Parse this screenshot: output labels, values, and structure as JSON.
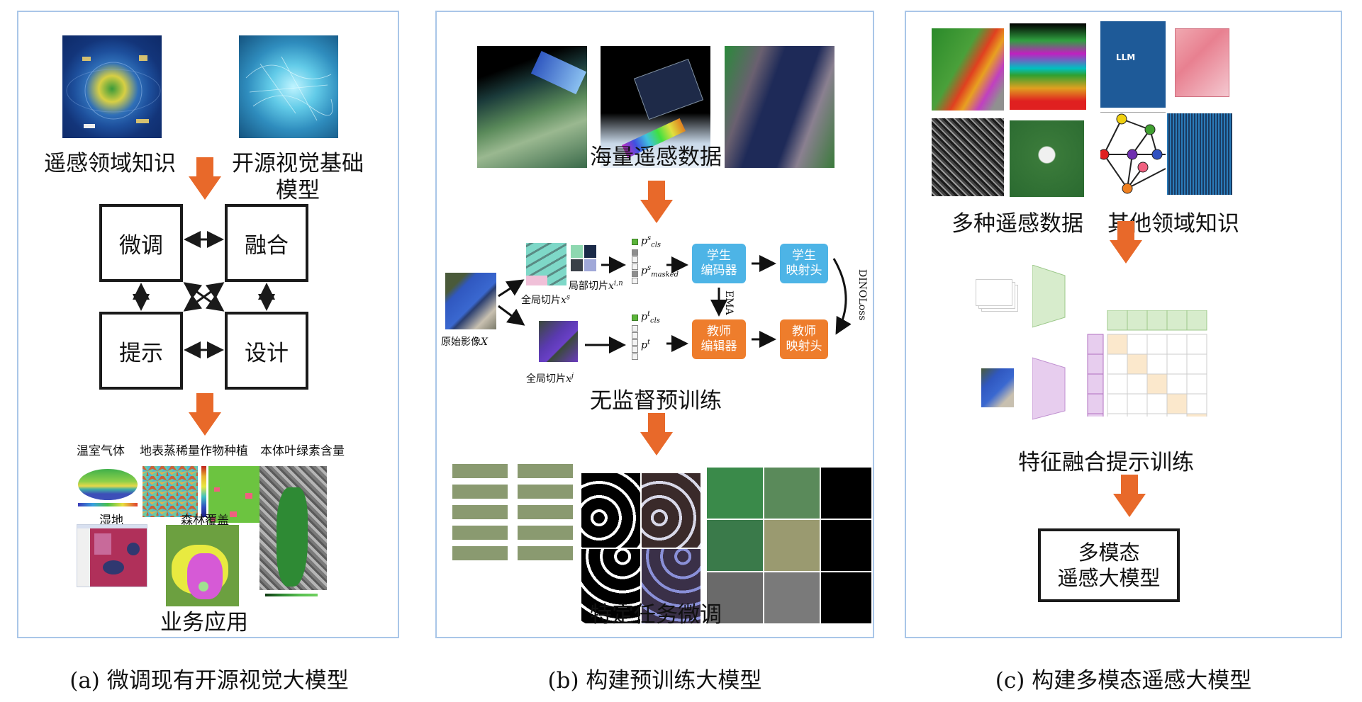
{
  "panels": {
    "a": {
      "caption": "(a) 微调现有开源视觉大模型",
      "input_left_label": "遥感领域知识",
      "input_right_label_line1": "开源视觉基础",
      "input_right_label_line2": "模型",
      "input_left_image": "earth-satellites-image",
      "input_right_image": "neural-network-brain-image",
      "method_boxes": [
        "微调",
        "融合",
        "提示",
        "设计"
      ],
      "application_labels": [
        "温室气体",
        "地表蒸稀量",
        "作物种植",
        "本体叶绿素含量",
        "湿地",
        "森林覆盖"
      ],
      "output_label": "业务应用"
    },
    "b": {
      "caption": "(b) 构建预训练大模型",
      "data_label": "海量遥感数据",
      "pretrain_label": "无监督预训练",
      "finetune_label": "特定任务微调",
      "original_image_label": "原始影像",
      "original_image_var": "X",
      "global_crop_s_label": "全局切片",
      "global_crop_s_var": "x",
      "global_crop_s_sup": "s",
      "local_crop_label": "局部切片",
      "local_crop_var": "x",
      "local_crop_sup": "i,n",
      "global_crop_j_label": "全局切片",
      "global_crop_j_var": "x",
      "global_crop_j_sup": "j",
      "token_student_cls": {
        "var": "p",
        "sup": "s",
        "sub": "cls"
      },
      "token_student_masked": {
        "var": "p",
        "sup": "s",
        "sub": "masked"
      },
      "token_teacher_cls": {
        "var": "p",
        "sup": "t",
        "sub": "cls"
      },
      "token_teacher": {
        "var": "p",
        "sup": "t"
      },
      "student_encoder": [
        "学生",
        "编码器"
      ],
      "student_head": [
        "学生",
        "映射头"
      ],
      "teacher_encoder": [
        "教师",
        "编辑器"
      ],
      "teacher_head": [
        "教师",
        "映射头"
      ],
      "ema_label": "EMA",
      "loss_label": "DINOLoss",
      "colors": {
        "student": "#4db4e6",
        "teacher": "#ee7d2c",
        "cls_token": "#5bb53a"
      }
    },
    "c": {
      "caption": "(c) 构建多模态遥感大模型",
      "rs_data_label": "多种遥感数据",
      "other_knowledge_label": "其他领域知识",
      "llm_label": "LLM",
      "fusion_label": "特征融合提示训练",
      "output_line1": "多模态",
      "output_line2": "遥感大模型",
      "matrix_size": 5,
      "colors": {
        "text_encoder": "#d7eccc",
        "image_encoder": "#e7cdee",
        "diagonal": "#fbe8cc"
      }
    }
  },
  "colors": {
    "arrow": "#e8692a",
    "panel_border": "#a9c6e8"
  }
}
